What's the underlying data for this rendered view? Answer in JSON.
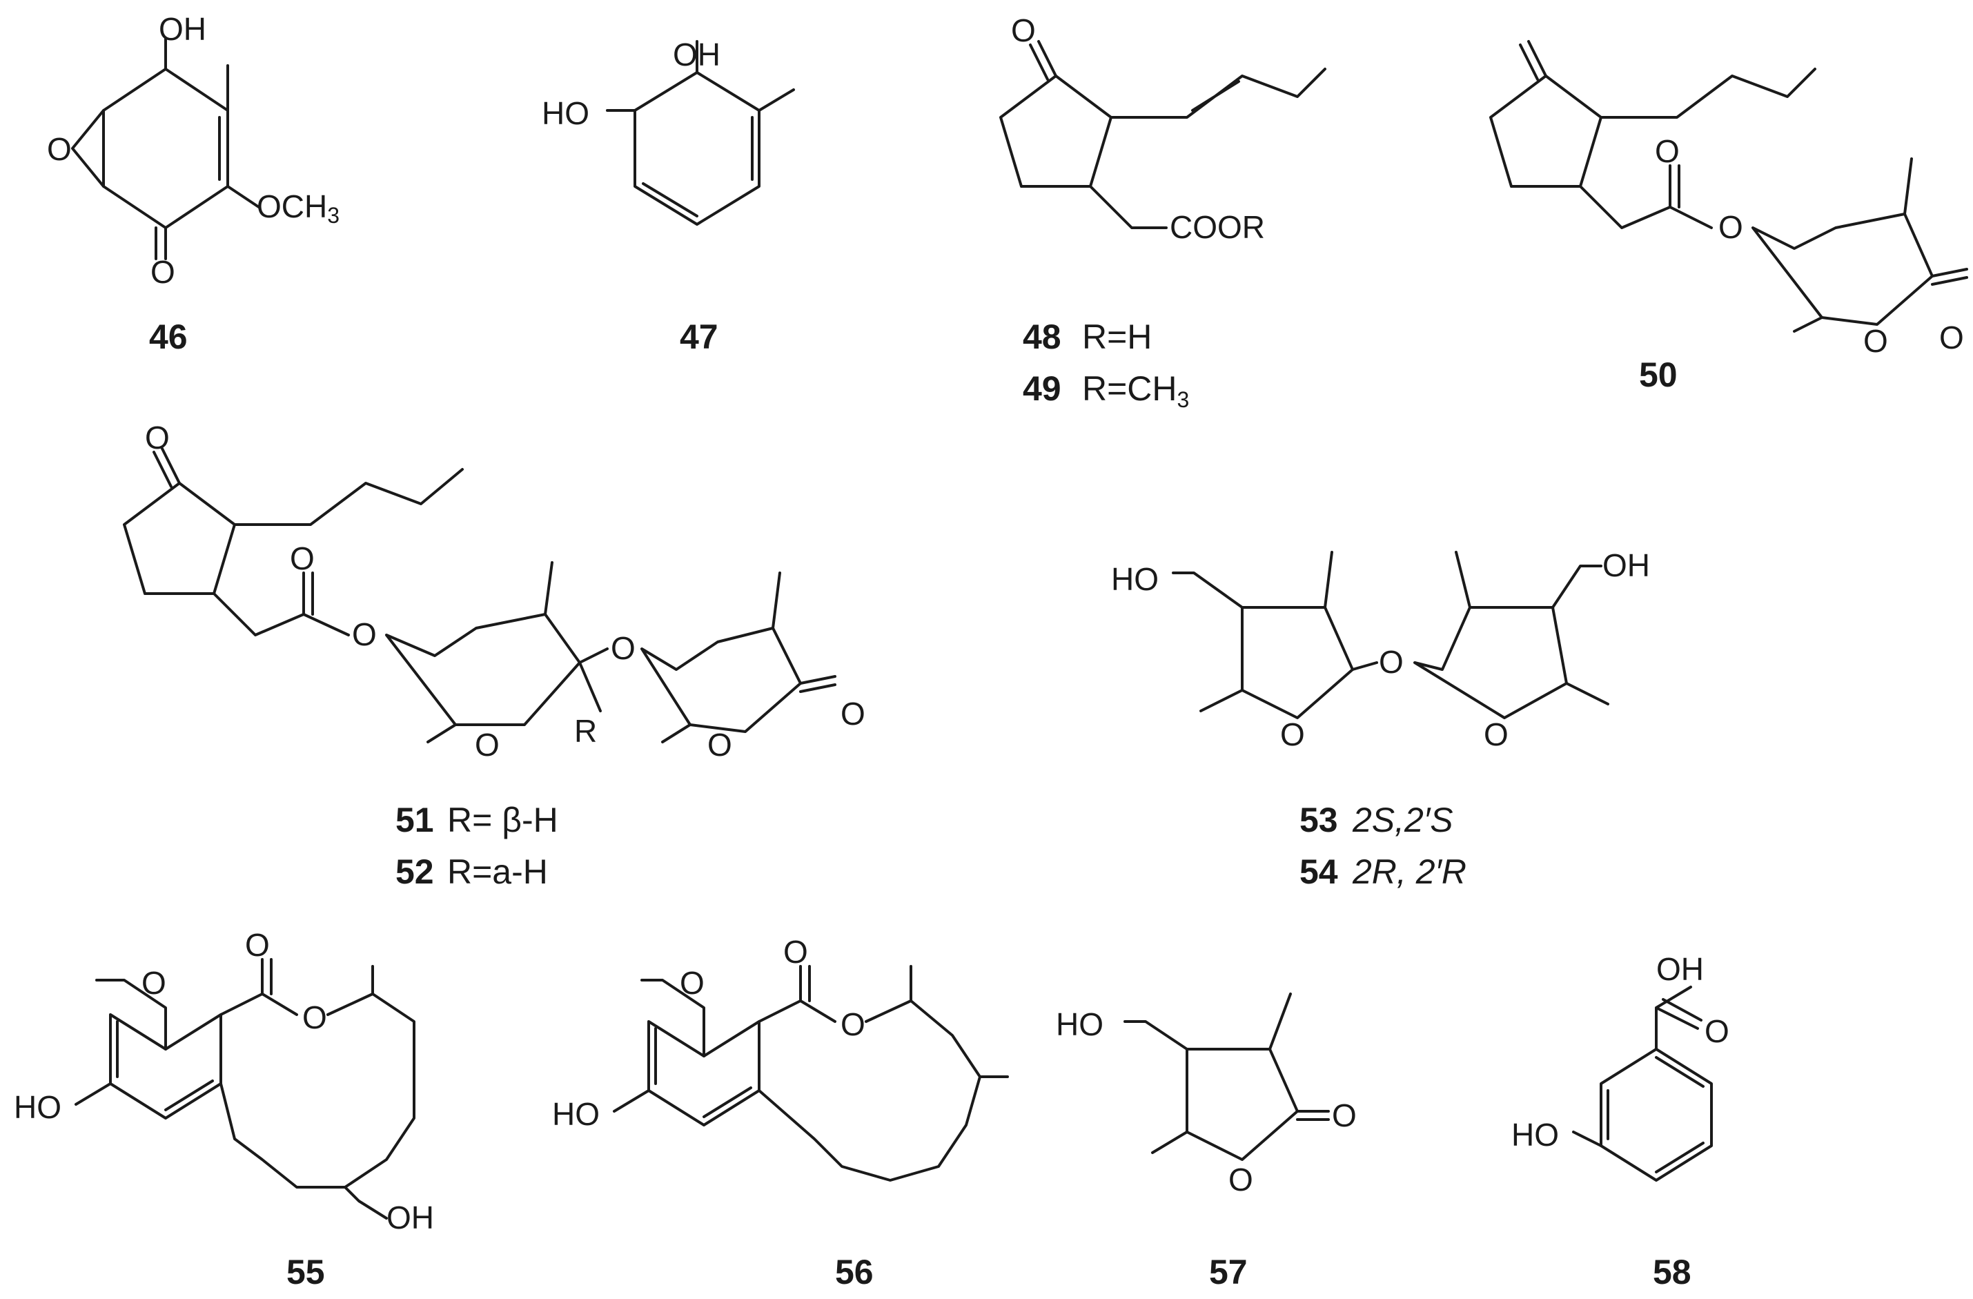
{
  "figure": {
    "compounds": [
      {
        "id": "46",
        "number": "46"
      },
      {
        "id": "47",
        "number": "47"
      },
      {
        "id": "48",
        "number": "48",
        "descriptor": "R=H"
      },
      {
        "id": "49",
        "number": "49",
        "descriptor_prefix": "R=CH",
        "descriptor_sub": "3"
      },
      {
        "id": "50",
        "number": "50"
      },
      {
        "id": "51",
        "number": "51",
        "descriptor": "R= β-H"
      },
      {
        "id": "52",
        "number": "52",
        "descriptor": "R=a-H"
      },
      {
        "id": "53",
        "number": "53",
        "descriptor": "2S,2′S"
      },
      {
        "id": "54",
        "number": "54",
        "descriptor": "2R, 2′R"
      },
      {
        "id": "55",
        "number": "55"
      },
      {
        "id": "56",
        "number": "56"
      },
      {
        "id": "57",
        "number": "57"
      },
      {
        "id": "58",
        "number": "58"
      }
    ],
    "atom_labels": {
      "oh": "OH",
      "ho": "HO",
      "o": "O",
      "och": "OCH",
      "cooR": "COOR",
      "r": "R",
      "sub3": "3"
    }
  }
}
